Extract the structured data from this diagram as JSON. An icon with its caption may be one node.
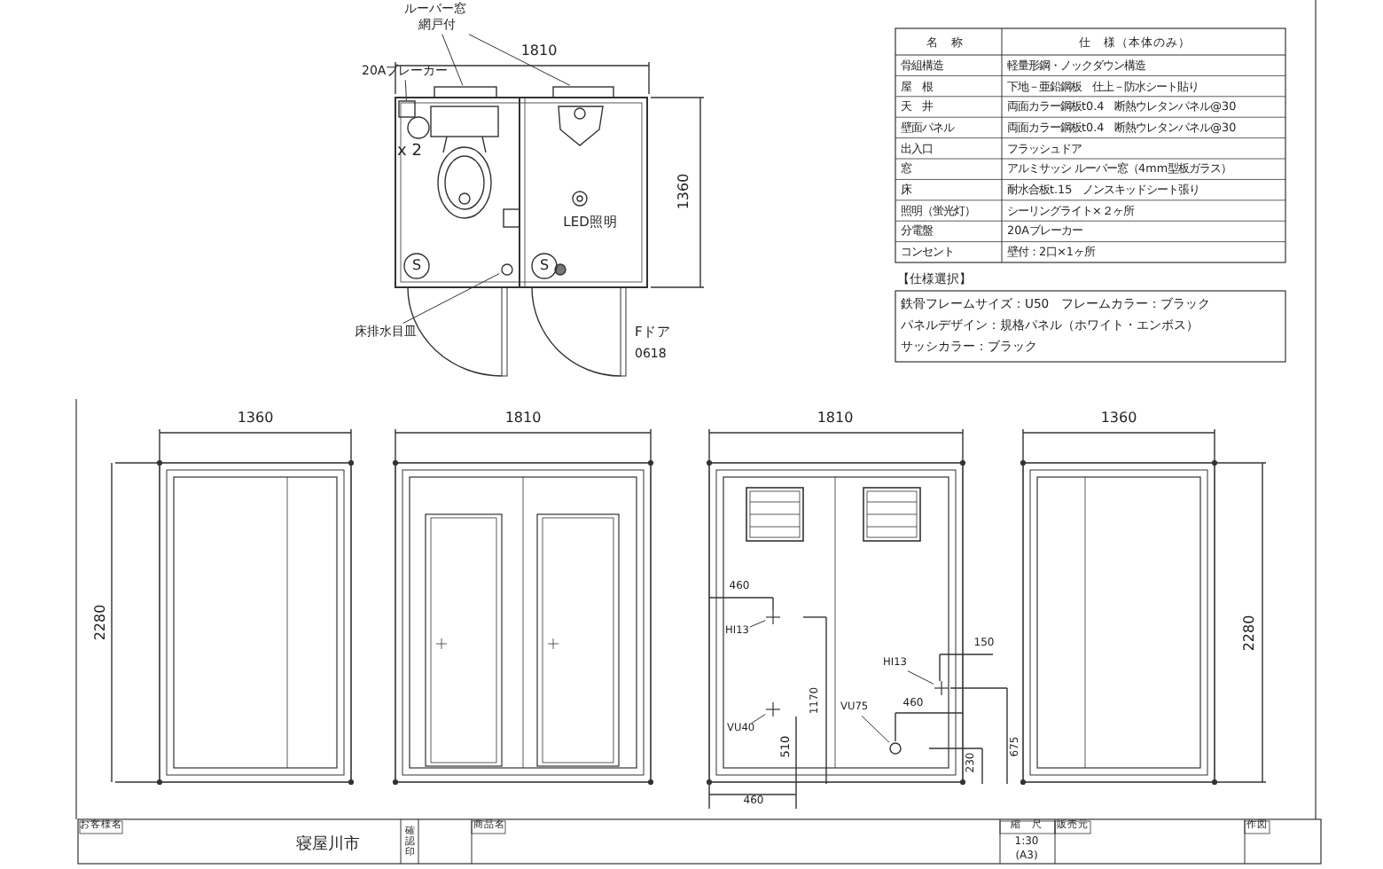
{
  "diagram": {
    "nodes": [
      {
        "text": [
          "ルーバー窓",
          "網戸付"
        ]
      },
      {
        "text": [
          "20Aブレーカー"
        ]
      },
      {
        "text": [
          "床排水目皿"
        ]
      },
      {
        "text": [
          "HI13"
        ]
      },
      {
        "text": [
          "VU40"
        ]
      },
      {
        "text": [
          "HI13"
        ]
      },
      {
        "text": [
          "VU75"
        ]
      },
      {
        "text": [],
        "shape": "box"
      },
      {
        "text": [],
        "shape": "box"
      },
      {
        "text": [],
        "shape": "box"
      },
      {
        "text": [],
        "shape": "circle"
      },
      {
        "text": [],
        "shape": "cross"
      },
      {
        "text": [],
        "shape": "cross"
      },
      {
        "text": [],
        "shape": "cross"
      },
      {
        "text": [],
        "shape": "circle"
      }
    ],
    "edges": [
      {
        "from": 0,
        "to": 7,
        "arrow": "none"
      },
      {
        "from": 0,
        "to": 8,
        "arrow": "none"
      },
      {
        "from": 1,
        "to": 9,
        "arrow": "none"
      },
      {
        "from": 2,
        "to": 10,
        "arrow": "none"
      },
      {
        "from": 3,
        "to": 11,
        "arrow": "none"
      },
      {
        "from": 4,
        "to": 12,
        "arrow": "none"
      },
      {
        "from": 5,
        "to": 13,
        "arrow": "none"
      },
      {
        "from": 6,
        "to": 14,
        "arrow": "none"
      }
    ],
    "labels": [
      "1810",
      "x 2",
      "LED照明",
      "1360",
      "S",
      "S",
      "Fドア",
      "0618",
      "名　称",
      "仕　様（本体のみ）",
      "骨組構造",
      "軽量形鋼・ノックダウン構造",
      "屋　根",
      "下地－亜鉛鋼板　仕上－防水シート貼り",
      "天　井",
      "両面カラー鋼板t0.4　断熱ウレタンパネル@30",
      "壁面パネル",
      "両面カラー鋼板t0.4　断熱ウレタンパネル@30",
      "出入口",
      "フラッシュドア",
      "窓",
      "アルミサッシ ルーバー窓（4mm型板ガラス）",
      "床",
      "耐水合板t.15　ノンスキッドシート張り",
      "照明（蛍光灯）",
      "シーリングライト×２ヶ所",
      "分電盤",
      "20Aブレーカー",
      "コンセント",
      "壁付：2口×1ヶ所",
      "【仕様選択】",
      "鉄骨フレームサイズ：U50　フレームカラー：ブラック",
      "パネルデザイン：規格パネル（ホワイト・エンボス）",
      "サッシカラー：ブラック",
      "1360",
      "1810",
      "1810",
      "1360",
      "2280",
      "2280",
      "460",
      "1170",
      "510",
      "150",
      "460",
      "675",
      "230",
      "460",
      "お客様名",
      "寝屋川市",
      "確認印",
      "商品名",
      "縮　尺",
      "1:30",
      "(A3)",
      "販売元",
      "作図"
    ]
  }
}
